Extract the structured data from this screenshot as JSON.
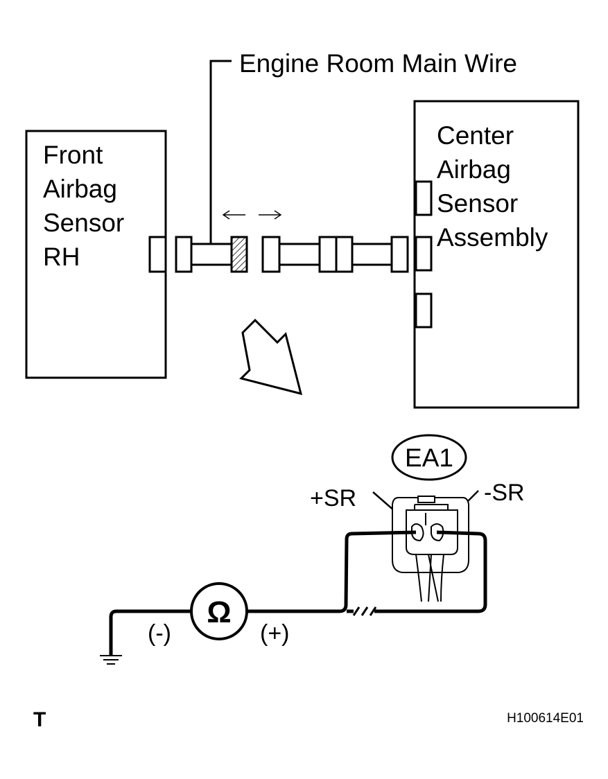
{
  "wire_label": "Engine Room Main Wire",
  "left_box": {
    "lines": [
      "Front",
      "Airbag",
      "Sensor",
      "RH"
    ]
  },
  "right_box": {
    "lines": [
      "Center",
      "Airbag",
      "Sensor",
      "Assembly"
    ]
  },
  "connector_label": "EA1",
  "terminal_plus": "+SR",
  "terminal_minus": "-SR",
  "meter_symbol": "Ω",
  "probe_negative": "(-)",
  "probe_positive": "(+)",
  "corner_letter": "T",
  "figure_code": "H100614E01",
  "icons": {
    "arrows": "double-arrow-icon",
    "down_arrow": "hollow-arrow-icon",
    "ground": "ground-icon",
    "ohmmeter": "ohmmeter-icon"
  }
}
